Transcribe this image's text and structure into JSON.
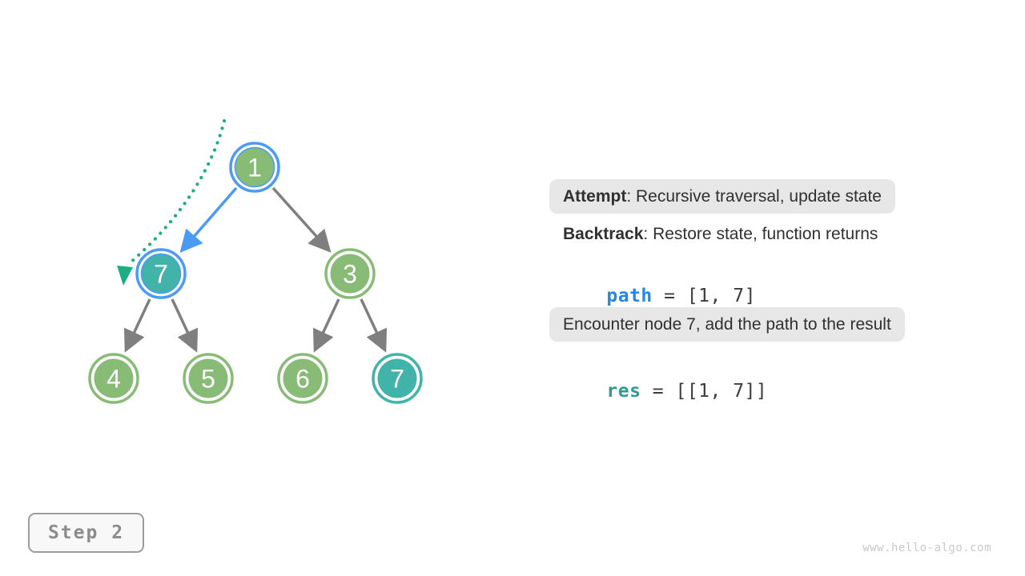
{
  "diagram": {
    "type": "binary-tree-backtracking-step",
    "nodes": [
      {
        "id": "node-1",
        "label": "1",
        "state": "current-path",
        "fill": "green",
        "ring": "blue"
      },
      {
        "id": "node-7-left",
        "label": "7",
        "state": "current-path",
        "fill": "teal",
        "ring": "blue"
      },
      {
        "id": "node-3",
        "label": "3",
        "state": "unvisited",
        "fill": "green",
        "ring": "green"
      },
      {
        "id": "node-4",
        "label": "4",
        "state": "unvisited",
        "fill": "green",
        "ring": "green"
      },
      {
        "id": "node-5",
        "label": "5",
        "state": "unvisited",
        "fill": "green",
        "ring": "green"
      },
      {
        "id": "node-6",
        "label": "6",
        "state": "unvisited",
        "fill": "green",
        "ring": "green"
      },
      {
        "id": "node-7-right",
        "label": "7",
        "state": "target",
        "fill": "teal",
        "ring": "teal"
      }
    ],
    "edges": [
      {
        "from": "1",
        "to": "7-left",
        "style": "active-blue"
      },
      {
        "from": "1",
        "to": "3",
        "style": "gray"
      },
      {
        "from": "7-left",
        "to": "4",
        "style": "gray"
      },
      {
        "from": "7-left",
        "to": "5",
        "style": "gray"
      },
      {
        "from": "3",
        "to": "6",
        "style": "gray"
      },
      {
        "from": "3",
        "to": "7-right",
        "style": "gray"
      }
    ],
    "backtrack_indicator": "dotted curve with arrowhead pointing at node 7 (left)",
    "colors": {
      "node_green": "#87bb76",
      "node_teal": "#41b3a8",
      "highlight_blue": "#4b9bf5",
      "backtrack_green": "#1bae85",
      "edge_gray": "#7f7f7f"
    }
  },
  "panel": {
    "attempt": {
      "label": "Attempt",
      "text": ": Recursive traversal, update state"
    },
    "backtrack": {
      "label": "Backtrack",
      "text": ": Restore state, function returns"
    },
    "path_line": {
      "keyword": "path",
      "separator": " = ",
      "value": "[1, 7]",
      "keyword_color": "#2287e8"
    },
    "encounter_text": "Encounter node 7, add the path to the result",
    "res_line": {
      "keyword": "res",
      "separator": " = ",
      "value": "[[1, 7]]",
      "keyword_color": "#2f9c90"
    }
  },
  "footer": {
    "step_label": "Step 2",
    "watermark": "www.hello-algo.com"
  }
}
